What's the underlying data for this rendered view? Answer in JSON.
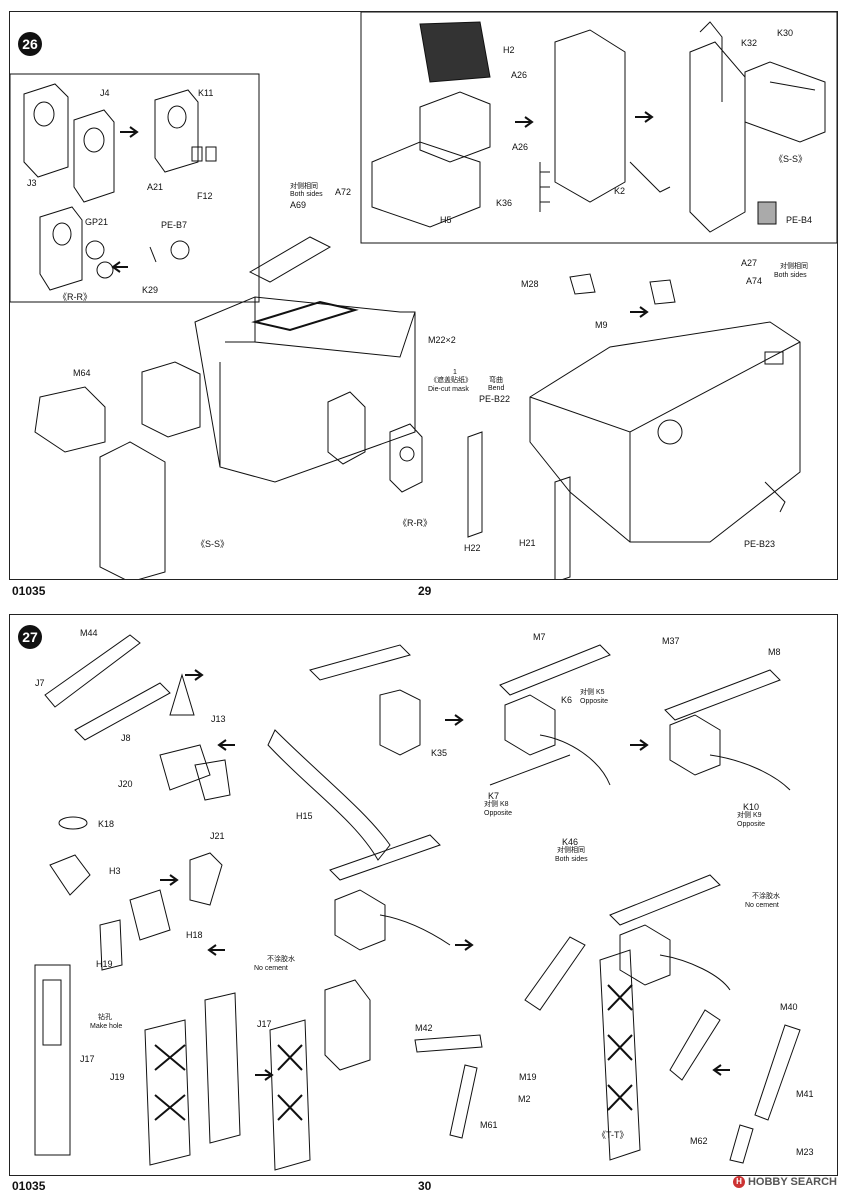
{
  "page_top": {
    "step": "26",
    "code": "01035",
    "page_number": "29",
    "labels": {
      "J4": "J4",
      "J3": "J3",
      "K11": "K11",
      "A21": "A21",
      "F12": "F12",
      "GP21": "GP21",
      "PEB7": "PE-B7",
      "K29": "K29",
      "RR1": "《R-R》",
      "H2": "H2",
      "A26a": "A26",
      "A26b": "A26",
      "H5": "H5",
      "K36": "K36",
      "K32": "K32",
      "K30": "K30",
      "SS1": "《S-S》",
      "K2": "K2",
      "PEB4": "PE-B4",
      "A72": "A72",
      "A72_note_cn": "对侧相同",
      "A72_note": "Both sides",
      "A69": "A69",
      "M22": "M22×2",
      "M64": "M64",
      "SS2": "《S-S》",
      "RR2": "《R-R》",
      "mask_num": "1",
      "mask_cn": "《遮盖贴纸》",
      "mask": "Die-cut mask",
      "M28": "M28",
      "M9": "M9",
      "A27": "A27",
      "A74": "A74",
      "A74_note_cn": "对侧相同",
      "A74_note": "Both sides",
      "bend_cn": "弯曲",
      "bend": "Bend",
      "PEB22": "PE-B22",
      "H22": "H22",
      "H21": "H21",
      "PEB23": "PE-B23"
    }
  },
  "page_bottom": {
    "step": "27",
    "code": "01035",
    "page_number": "30",
    "labels": {
      "M44": "M44",
      "J7": "J7",
      "J8": "J8",
      "J13": "J13",
      "J20": "J20",
      "J21": "J21",
      "H15": "H15",
      "K35": "K35",
      "M7": "M7",
      "K6": "K6",
      "K5_cn": "对侧 K5",
      "K5": "Opposite",
      "K7": "K7",
      "K8_cn": "对侧 K8",
      "K8": "Opposite",
      "K46": "K46",
      "K46_cn": "对侧相同",
      "K46_note": "Both sides",
      "M37": "M37",
      "M8": "M8",
      "K10": "K10",
      "K9_cn": "对侧 K9",
      "K9": "Opposite",
      "K18": "K18",
      "H3": "H3",
      "H18": "H18",
      "H19": "H19",
      "nocement1_cn": "不涂胶水",
      "nocement1": "No cement",
      "nocement2_cn": "不涂胶水",
      "nocement2": "No cement",
      "hole_cn": "钻孔",
      "hole": "Make hole",
      "J17a": "J17",
      "J17b": "J17",
      "J19": "J19",
      "M42": "M42",
      "M19": "M19",
      "M2": "M2",
      "M61": "M61",
      "TT": "《T-T》",
      "M40": "M40",
      "M41": "M41",
      "M62": "M62",
      "M23": "M23"
    }
  },
  "watermark": "HOBBY SEARCH"
}
